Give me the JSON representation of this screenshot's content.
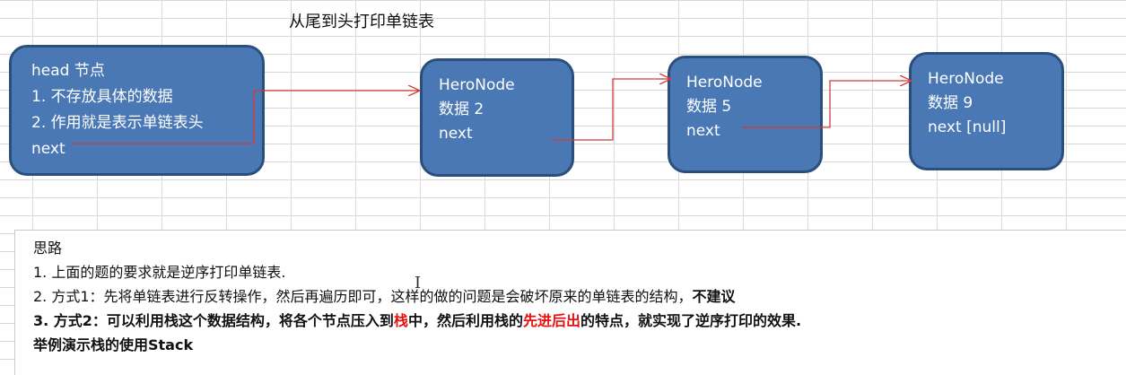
{
  "title": "从尾到头打印单链表",
  "head_node": {
    "lines": [
      "head 节点",
      "1. 不存放具体的数据",
      "2. 作用就是表示单链表头",
      "next"
    ]
  },
  "nodes": [
    {
      "lines": [
        "HeroNode",
        "数据 2",
        "next"
      ]
    },
    {
      "lines": [
        "HeroNode",
        "数据 5",
        "next"
      ]
    },
    {
      "lines": [
        "HeroNode",
        "数据 9",
        "next [null]"
      ]
    }
  ],
  "notes": {
    "heading": "思路",
    "line1": "1. 上面的题的要求就是逆序打印单链表.",
    "line2_a": "2. 方式1：先将单链表进行反转操作，然后再遍历即可，这样的做的问题是会破坏原来的单链表的结构，",
    "line2_b": "不建议",
    "line3_a": "3. 方式2：可以利用栈这个数据结构，将各个节点压入到",
    "line3_b": "栈",
    "line3_c": "中，然后利用栈的",
    "line3_d": "先进后出",
    "line3_e": "的特点，就实现了逆序打印的效果.",
    "line4": "举例演示栈的使用Stack"
  },
  "colors": {
    "node_fill": "#4a78b5",
    "node_border": "#2b4f7c",
    "arrow": "#d23a3a",
    "highlight": "#e8110f"
  }
}
